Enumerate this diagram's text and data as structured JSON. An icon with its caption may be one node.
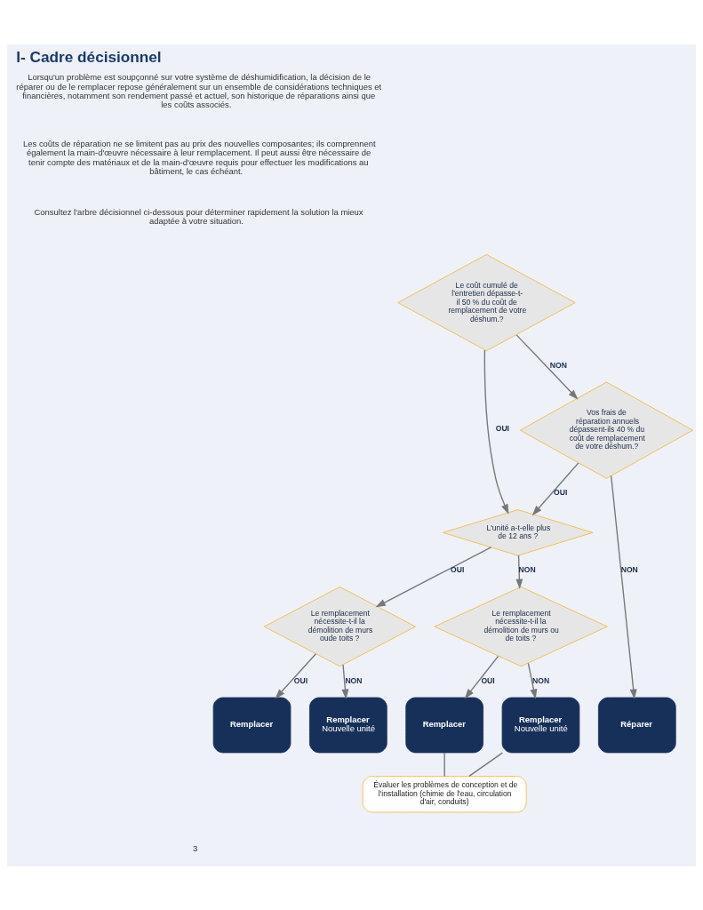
{
  "diagram": {
    "title": "I- Cadre décisionnel",
    "nodes": [
      {
        "text": [
          "Le coût cumulé de l'entretien dépasse-t-il 50 % du coût de remplacement de votre déshum.?"
        ]
      },
      {
        "text": [
          "Vos frais de réparation annuels dépassent-ils 40 % du coût de remplacement de votre déshum.?"
        ]
      },
      {
        "text": [
          "L'unité a-t-elle plus de 12 ans ?"
        ]
      },
      {
        "text": [
          "Le remplacement nécessite-t-il la démolition de murs oude toits ?"
        ]
      },
      {
        "text": [
          "Le remplacement nécessite-t-il la démolition de murs ou de toits ?"
        ]
      },
      {
        "text": [
          "Remplacer"
        ]
      },
      {
        "text": [
          "Remplacer",
          "Nouvelle unité"
        ]
      },
      {
        "text": [
          "Remplacer"
        ]
      },
      {
        "text": [
          "Remplacer",
          "Nouvelle unité"
        ]
      },
      {
        "text": [
          "Réparer"
        ]
      },
      {
        "text": [
          "Évaluer les problèmes de conception et de l'installation (chimie de l'eau, circulation d'air, conduits)"
        ]
      }
    ],
    "edges": [
      {
        "from": 0,
        "to": 2,
        "arrow": "to",
        "label": "OUI"
      },
      {
        "from": 0,
        "to": 1,
        "arrow": "to",
        "label": "NON"
      },
      {
        "from": 1,
        "to": 2,
        "arrow": "to",
        "label": "OUI"
      },
      {
        "from": 1,
        "to": 9,
        "arrow": "to",
        "label": "NON"
      },
      {
        "from": 2,
        "to": 3,
        "arrow": "to",
        "label": "OUI"
      },
      {
        "from": 2,
        "to": 4,
        "arrow": "to",
        "label": "NON"
      },
      {
        "from": 3,
        "to": 5,
        "arrow": "to",
        "label": "OUI"
      },
      {
        "from": 3,
        "to": 6,
        "arrow": "to",
        "label": "NON"
      },
      {
        "from": 4,
        "to": 7,
        "arrow": "to",
        "label": "OUI"
      },
      {
        "from": 4,
        "to": 8,
        "arrow": "to",
        "label": "NON"
      },
      {
        "from": 7,
        "to": 10,
        "arrow": "none"
      },
      {
        "from": 8,
        "to": 10,
        "arrow": "none"
      }
    ],
    "labels": [
      "Lorsqu'un problème est soupçonné sur votre système de déshumidification, la décision de le réparer ou de le remplacer repose généralement sur un ensemble de considérations techniques et financières, notamment son rendement passé et actuel, son historique de réparations ainsi que les coûts associés.",
      "Les coûts de réparation ne se limitent pas au prix des nouvelles composantes; ils comprennent également la main-d'œuvre nécessaire à leur remplacement. Il peut aussi être nécessaire de tenir compte des matériaux et de la main-d'œuvre requis pour effectuer les modifications au bâtiment, le cas échéant.",
      "Consultez l'arbre décisionnel ci-dessous pour déterminer rapidement la solution la mieux adaptée à votre situation.",
      "3"
    ]
  }
}
